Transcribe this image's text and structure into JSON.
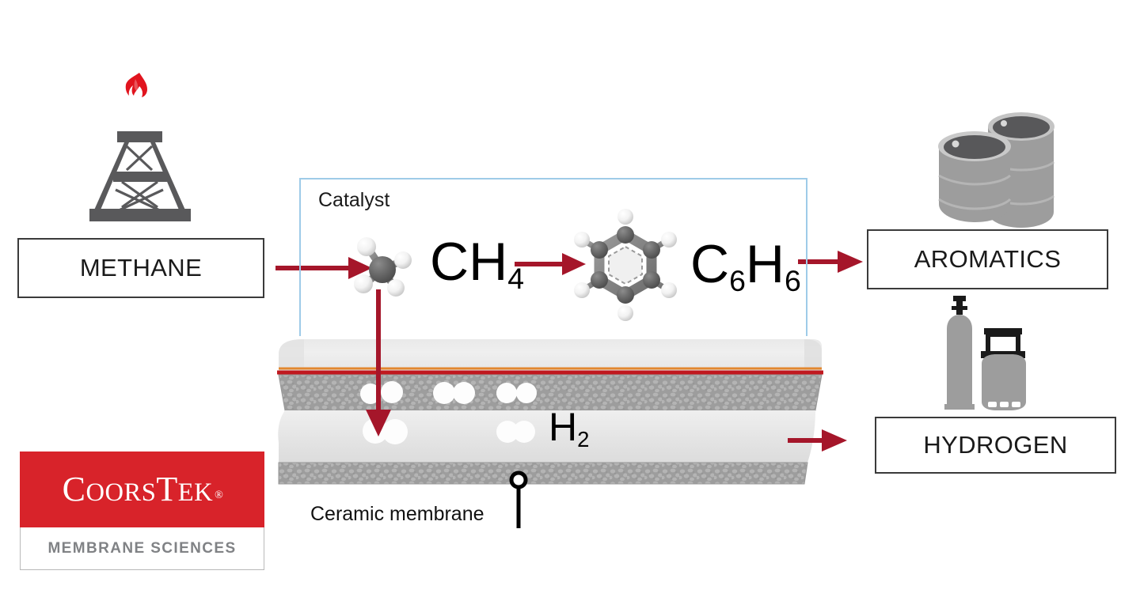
{
  "diagram": {
    "title": "Methane to aromatics with hydrogen-separating ceramic membrane",
    "colors": {
      "arrow_red": "#a5162a",
      "catalyst_border_blue": "#9ecbe8",
      "membrane_line_red": "#c0181f",
      "membrane_line_orange": "#e2872f",
      "icon_gray": "#59595b",
      "flame_red": "#e1141e",
      "brand_red": "#d8232a",
      "tagline_gray": "#808285",
      "porous_gray": "#9d9d9d",
      "dense_gray": "#e2e2e2"
    }
  },
  "boxes": {
    "methane": "METHANE",
    "aromatics": "AROMATICS",
    "hydrogen": "HYDROGEN"
  },
  "annotations": {
    "catalyst": "Catalyst",
    "ceramic_membrane": "Ceramic membrane"
  },
  "formulas": {
    "methane_symbol": "CH",
    "methane_sub": "4",
    "benzene_c": "C",
    "benzene_c_sub": "6",
    "benzene_h": "H",
    "benzene_h_sub": "6",
    "hydrogen_symbol": "H",
    "hydrogen_sub": "2"
  },
  "icons": {
    "derrick": "gas-derrick-icon",
    "flame": "flame-icon",
    "barrels": "oil-barrels-icon",
    "cylinders": "gas-cylinders-icon",
    "methane_molecule": "methane-molecule-icon",
    "benzene_molecule": "benzene-molecule-icon",
    "pin": "map-pin-icon"
  },
  "logo": {
    "word_co": "C",
    "word_oo": "OO",
    "word_rs": "RS",
    "word_t": "T",
    "word_ek": "EK",
    "registered": "®",
    "tagline": "MEMBRANE SCIENCES"
  }
}
